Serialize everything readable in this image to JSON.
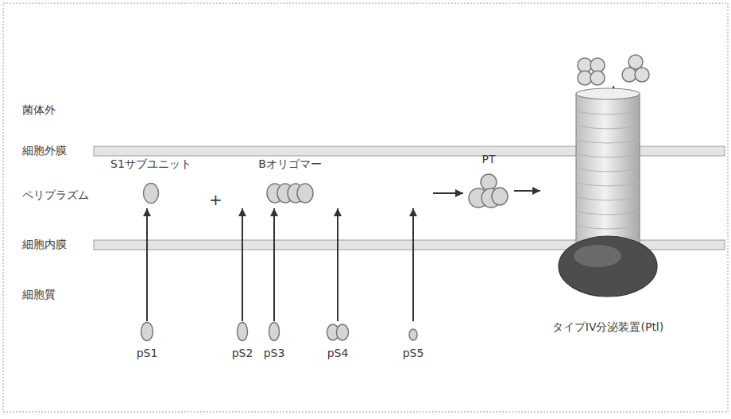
{
  "diagram": {
    "nodes": [
      {
        "text": [
          "S1サブユニット"
        ]
      },
      {
        "text": [
          "Bオリゴマー"
        ]
      },
      {
        "text": [
          "PT"
        ]
      },
      {
        "text": [
          "タイプIV分泌装置(Ptl)"
        ]
      },
      {
        "text": [
          "pS1"
        ]
      },
      {
        "text": [
          "pS2"
        ]
      },
      {
        "text": [
          "pS3"
        ]
      },
      {
        "text": [
          "pS4"
        ]
      },
      {
        "text": [
          "pS5"
        ]
      }
    ],
    "edges": [
      {
        "from": 4,
        "to": 0,
        "arrow": "to"
      },
      {
        "from": 5,
        "to": 1,
        "arrow": "to"
      },
      {
        "from": 6,
        "to": 1,
        "arrow": "to"
      },
      {
        "from": 7,
        "to": 1,
        "arrow": "to"
      },
      {
        "from": 8,
        "to": 1,
        "arrow": "to"
      },
      {
        "from": 1,
        "to": 2,
        "arrow": "to"
      },
      {
        "from": 2,
        "to": 3,
        "arrow": "to"
      }
    ],
    "labels": [
      "菌体外",
      "細胞外膜",
      "ペリプラズム",
      "細胞内膜",
      "細胞質",
      "+"
    ]
  }
}
